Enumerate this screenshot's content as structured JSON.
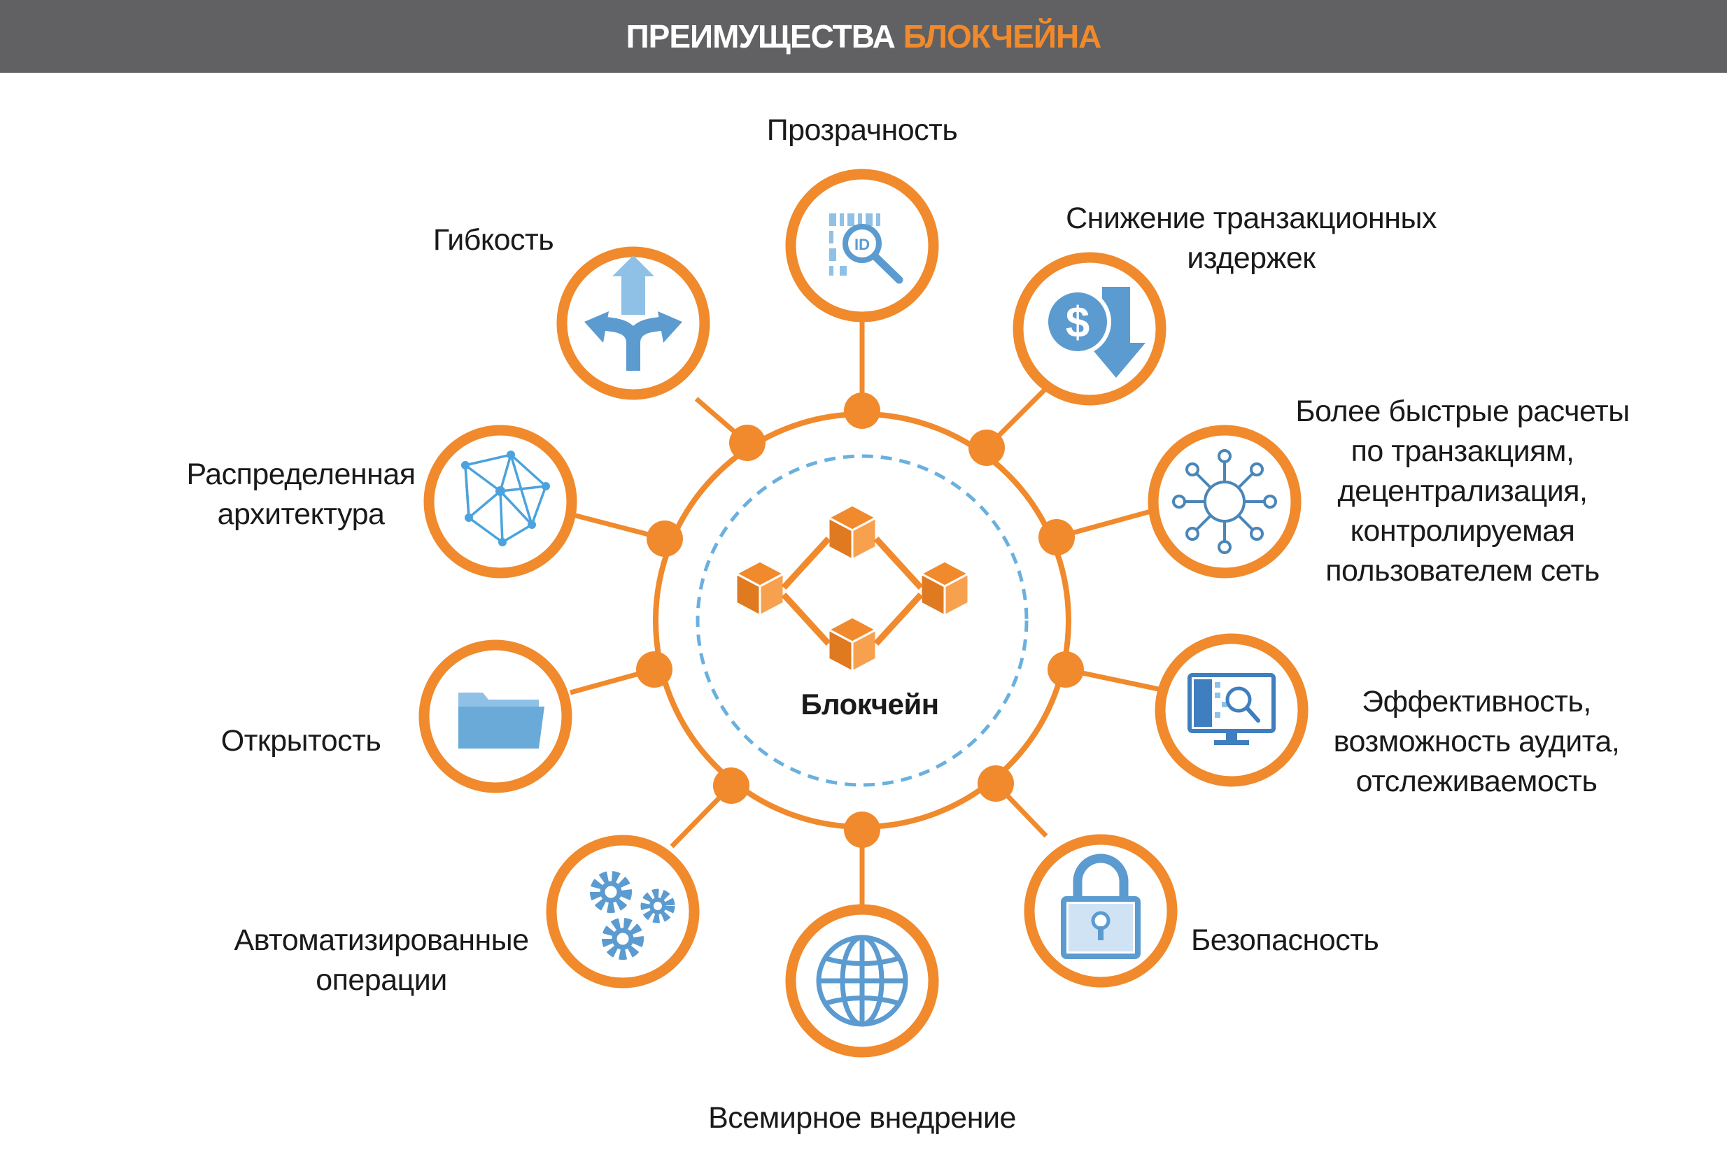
{
  "header": {
    "title_main": "ПРЕИМУЩЕСТВА",
    "title_accent": "БЛОКЧЕЙНА"
  },
  "center": {
    "label": "Блокчейн",
    "icon": "blockchain-cubes-icon"
  },
  "colors": {
    "accent": "#f08a2c",
    "header_bg": "#616163",
    "icon_blue": "#5b9bd0",
    "icon_light_blue": "#8fc1e6",
    "dash": "#6ab0df"
  },
  "nodes": [
    {
      "id": "transparency",
      "icon": "id-search-icon",
      "lines": [
        "Прозрачность"
      ]
    },
    {
      "id": "cost",
      "icon": "dollar-down-icon",
      "lines": [
        "Снижение транзакционных",
        "издержек"
      ]
    },
    {
      "id": "speed",
      "icon": "network-hub-icon",
      "lines": [
        "Более быстрые расчеты",
        "по транзакциям,",
        "децентрализация,",
        "контролируемая",
        "пользователем сеть"
      ]
    },
    {
      "id": "efficiency",
      "icon": "monitor-search-icon",
      "lines": [
        "Эффективность,",
        "возможность аудита,",
        "отслеживаемость"
      ]
    },
    {
      "id": "security",
      "icon": "padlock-icon",
      "lines": [
        "Безопасность"
      ]
    },
    {
      "id": "worldwide",
      "icon": "globe-icon",
      "lines": [
        "Всемирное внедрение"
      ]
    },
    {
      "id": "automation",
      "icon": "gears-icon",
      "lines": [
        "Автоматизированные",
        "операции"
      ]
    },
    {
      "id": "openness",
      "icon": "folder-icon",
      "lines": [
        "Открытость"
      ]
    },
    {
      "id": "distributed",
      "icon": "mesh-network-icon",
      "lines": [
        "Распределенная",
        "архитектура"
      ]
    },
    {
      "id": "flexibility",
      "icon": "split-arrows-icon",
      "lines": [
        "Гибкость"
      ]
    }
  ]
}
